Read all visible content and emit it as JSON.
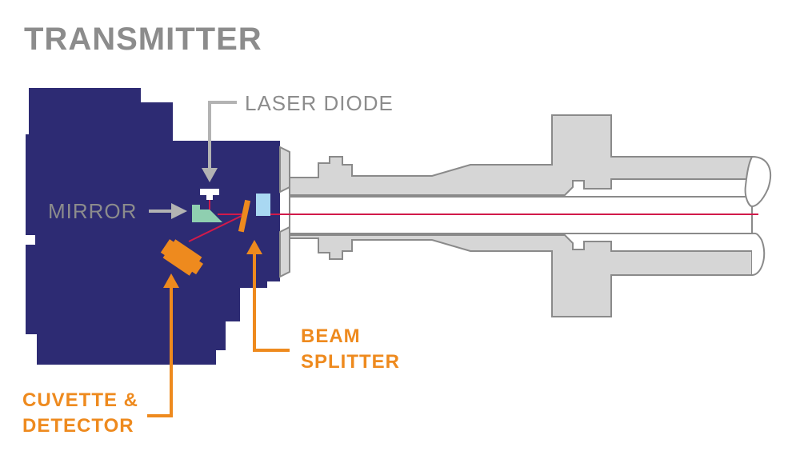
{
  "title": "TRANSMITTER",
  "labels": {
    "laser_diode": "LASER DIODE",
    "mirror": "MIRROR",
    "beam_splitter": [
      "BEAM",
      "SPLITTER"
    ],
    "cuvette_detector": [
      "CUVETTE &",
      "DETECTOR"
    ]
  },
  "colors": {
    "housing": "#2d2b73",
    "tube_fill": "#d6d6d6",
    "tube_stroke": "#8a8a8a",
    "label_gray": "#8c8c8c",
    "label_orange": "#ee8a1e",
    "beam": "#d11a4a",
    "mirror_green": "#8fcfb0",
    "window_blue": "#a9d8f2"
  }
}
